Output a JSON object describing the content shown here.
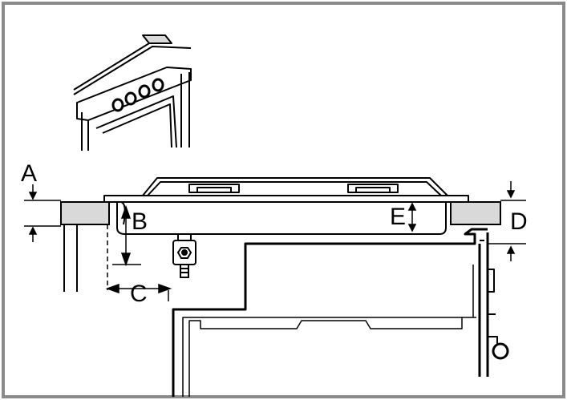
{
  "diagram": {
    "labels": {
      "a": "A",
      "b": "B",
      "c": "C",
      "d": "D",
      "e": "E"
    },
    "colors": {
      "border": "#8a8a8a",
      "line": "#000000",
      "worktop_fill": "#d9d9d9",
      "background": "#ffffff"
    }
  }
}
